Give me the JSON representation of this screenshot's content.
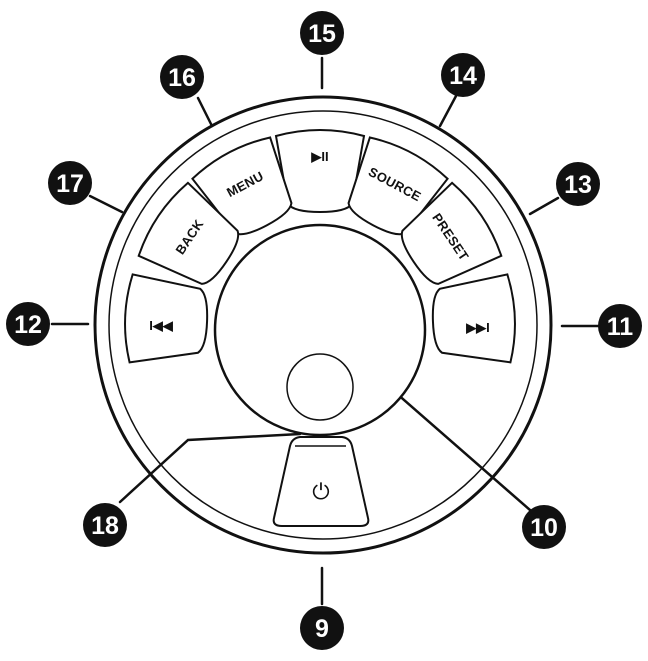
{
  "buttons": {
    "play_pause": "▶II",
    "source": "SOURCE",
    "preset": "PRESET",
    "next": "▶▶I",
    "previous": "I◀◀",
    "back": "BACK",
    "menu": "MENU",
    "power": "⏻"
  },
  "callouts": {
    "c9": "9",
    "c10": "10",
    "c11": "11",
    "c12": "12",
    "c13": "13",
    "c14": "14",
    "c15": "15",
    "c16": "16",
    "c17": "17",
    "c18": "18"
  }
}
